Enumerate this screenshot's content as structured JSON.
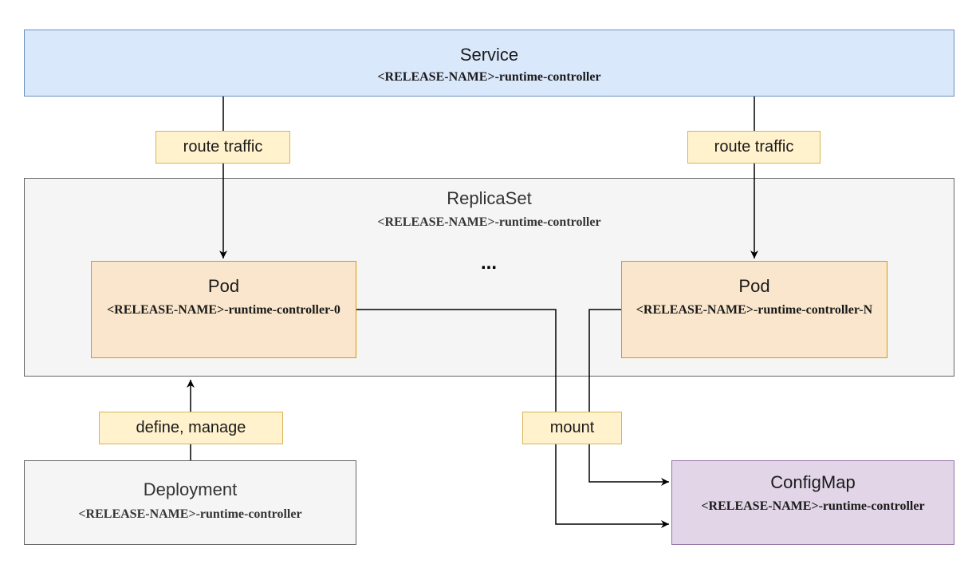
{
  "service": {
    "title": "Service",
    "subtitle": "<RELEASE-NAME>-runtime-controller"
  },
  "replicaset": {
    "title": "ReplicaSet",
    "subtitle": "<RELEASE-NAME>-runtime-controller"
  },
  "pods": [
    {
      "title": "Pod",
      "subtitle": "<RELEASE-NAME>-runtime-controller-0"
    },
    {
      "title": "Pod",
      "subtitle": "<RELEASE-NAME>-runtime-controller-N"
    }
  ],
  "ellipsis": "...",
  "deployment": {
    "title": "Deployment",
    "subtitle": "<RELEASE-NAME>-runtime-controller"
  },
  "configmap": {
    "title": "ConfigMap",
    "subtitle": "<RELEASE-NAME>-runtime-controller"
  },
  "edge_labels": {
    "route_left": "route traffic",
    "route_right": "route traffic",
    "define_manage": "define, manage",
    "mount": "mount"
  },
  "colors": {
    "service_fill": "#dae8fc",
    "service_stroke": "#6c8ebf",
    "pod_fill": "#fae6cc",
    "pod_stroke": "#d79b00",
    "group_fill": "#f5f5f5",
    "group_stroke": "#666666",
    "configmap_fill": "#e1d5e7",
    "configmap_stroke": "#9673a6",
    "label_fill": "#fff2cc",
    "label_stroke": "#d6b656"
  }
}
